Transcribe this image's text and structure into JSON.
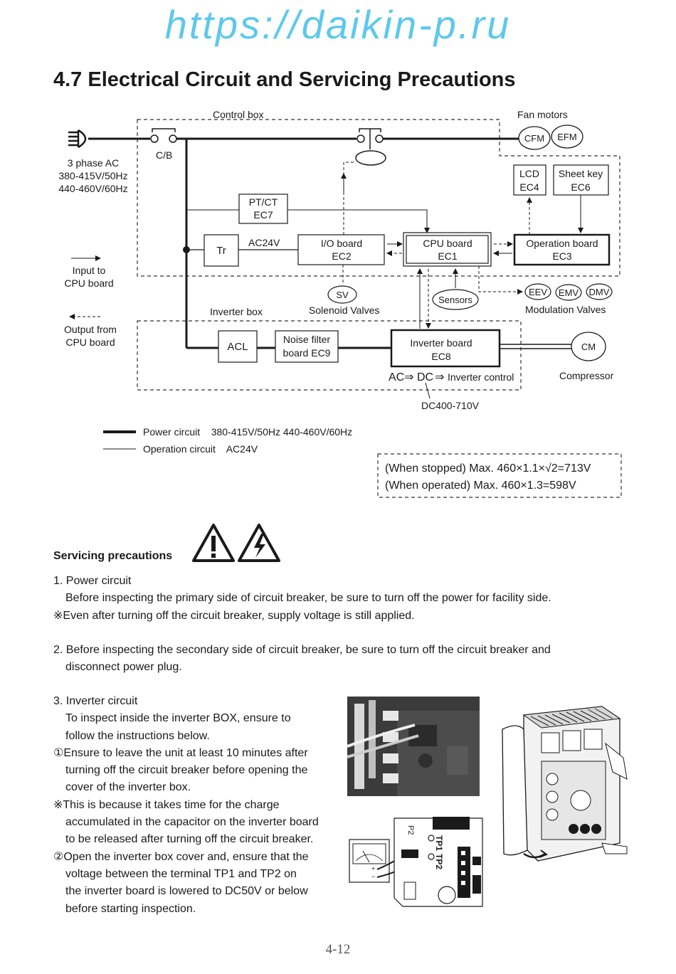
{
  "watermark": "https://daikin-p.ru",
  "heading": "4.7 Electrical Circuit and Servicing Precautions",
  "diagram": {
    "control_box": "Control box",
    "fan_motors": "Fan motors",
    "cfm": "CFM",
    "efm": "EFM",
    "cb": "C/B",
    "supply_1": "3 phase AC",
    "supply_2": "380-415V/50Hz",
    "supply_3": "440-460V/60Hz",
    "lcd_1": "LCD",
    "lcd_2": "EC4",
    "sheet_1": "Sheet key",
    "sheet_2": "EC6",
    "ptct_1": "PT/CT",
    "ptct_2": "EC7",
    "tr": "Tr",
    "ac24v": "AC24V",
    "io_1": "I/O board",
    "io_2": "EC2",
    "cpu_1": "CPU board",
    "cpu_2": "EC1",
    "op_1": "Operation board",
    "op_2": "EC3",
    "input_1": "Input to",
    "input_2": "CPU board",
    "output_1": "Output from",
    "output_2": "CPU board",
    "sv": "SV",
    "solenoid": "Solenoid Valves",
    "sensors": "Sensors",
    "eev": "EEV",
    "emv": "EMV",
    "dmv": "DMV",
    "modulation": "Modulation Valves",
    "inverter_box": "Inverter box",
    "acl": "ACL",
    "noise_1": "Noise filter",
    "noise_2": "board  EC9",
    "inv_1": "Inverter board",
    "inv_2": "EC8",
    "cm": "CM",
    "compressor": "Compressor",
    "conversion_a": "AC",
    "conversion_b": "DC",
    "conversion_c": "Inverter control",
    "dc": "DC400-710V",
    "legend_power": "Power circuit    380-415V/50Hz 440-460V/60Hz",
    "legend_operation": "Operation circuit    AC24V",
    "stopped": "(When stopped) Max. 460×1.1×√2=713V",
    "operated": "(When operated) Max. 460×1.3=598V"
  },
  "precautions": {
    "title": "Servicing precautions",
    "p1_title": "1. Power circuit",
    "p1_body": "Before inspecting the primary side of circuit breaker, be sure to turn off the power for facility side.",
    "p1_note": "※Even after turning off the circuit breaker, supply voltage is still applied.",
    "p2_line1": "2. Before inspecting the secondary side of circuit breaker, be sure to turn off the circuit breaker and",
    "p2_line2": "disconnect power plug.",
    "p3_title": "3. Inverter circuit",
    "p3_l1": "To inspect inside the inverter BOX, ensure to",
    "p3_l2": "follow the instructions below.",
    "p3_l3": "①Ensure to leave the unit at least 10 minutes after",
    "p3_l4": "turning off the circuit breaker before opening the",
    "p3_l5": "cover of the inverter box.",
    "p3_l6": "※This is because it takes time for the charge",
    "p3_l7": "accumulated in the capacitor on the inverter board",
    "p3_l8": "to be released after turning off the circuit breaker.",
    "p3_l9": "②Open the inverter box cover and, ensure that the",
    "p3_l10": "voltage between the terminal TP1 and TP2 on",
    "p3_l11": "the inverter board is lowered to DC50V or below",
    "p3_l12": "before starting inspection."
  },
  "figure_labels": {
    "p2": "P2",
    "tp1": "TP1",
    "tp2": "TP2"
  },
  "page_number": "4-12"
}
